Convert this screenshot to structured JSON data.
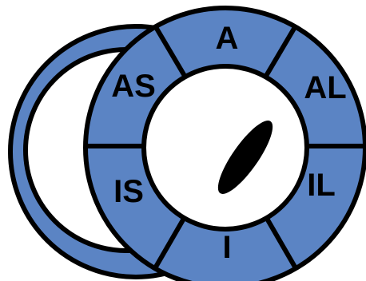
{
  "colors": {
    "segment_fill": "#5b84c4",
    "outline": "#000000",
    "lumen": "#ffffff",
    "papillary": "#000000"
  },
  "segments": [
    {
      "id": "anterior",
      "label": "A"
    },
    {
      "id": "anterolateral",
      "label": "AL"
    },
    {
      "id": "inferolateral",
      "label": "IL"
    },
    {
      "id": "inferior",
      "label": "I"
    },
    {
      "id": "inferoseptal",
      "label": "IS"
    },
    {
      "id": "anteroseptal",
      "label": "AS"
    }
  ]
}
